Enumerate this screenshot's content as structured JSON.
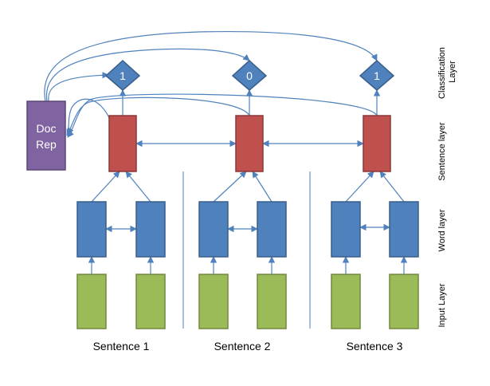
{
  "colors": {
    "input": "#9bbb59",
    "input_border": "#71893f",
    "word": "#4f81bd",
    "word_border": "#385d8a",
    "sentence": "#c0504d",
    "sentence_border": "#8c3836",
    "doc": "#8064a2",
    "doc_border": "#5c4776",
    "output": "#4f81bd",
    "connector": "#4f81bd",
    "divider": "#4f81bd"
  },
  "doc_rep": {
    "line1": "Doc",
    "line2": "Rep"
  },
  "outputs": [
    "1",
    "0",
    "1"
  ],
  "sentences": [
    "Sentence 1",
    "Sentence 2",
    "Sentence 3"
  ],
  "layer_labels": {
    "classification_line1": "Classification",
    "classification_line2": "Layer",
    "sentence": "Sentence layer",
    "word": "Word layer",
    "input": "Input Layer"
  }
}
